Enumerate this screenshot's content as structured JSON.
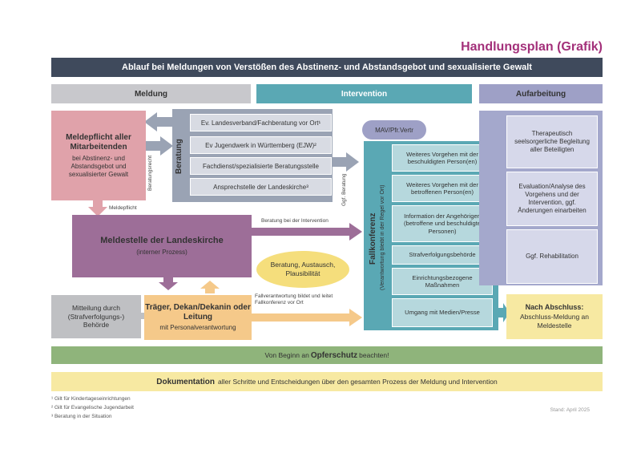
{
  "title": "Handlungsplan (Grafik)",
  "banner": "Ablauf bei Meldungen von Verstößen des Abstinenz- und Abstandsgebot und sexualisierte Gewalt",
  "phases": [
    "Meldung",
    "Intervention",
    "Aufarbeitung"
  ],
  "meldepflicht": {
    "heading": "Meldepflicht aller Mitarbeitenden",
    "sub": "bei Abstinenz- und Abstandsgebot und sexualisierter Gewalt"
  },
  "beratungsrecht": "Beratungsrecht",
  "beratung": {
    "label": "Beratung",
    "items": [
      "Ev. Landesverband/Fachberatung vor Ort¹",
      "Ev Jugendwerk in Württemberg (EJW)²",
      "Fachdienst/spezialisierte Beratungsstelle",
      "Ansprechstelle der Landeskirche³"
    ]
  },
  "ggf_beratung": "Ggf. Beratung",
  "meldepflicht_arrow": "Meldepflicht",
  "beratung_intervention": "Beratung bei der Intervention",
  "meldestelle": {
    "heading": "Meldestelle der Landeskirche",
    "sub": "(interner Prozess)"
  },
  "oval": "Beratung, Austausch, Plausibilität",
  "mitteilung": "Mitteilung durch (Strafverfolgungs-) Behörde",
  "traeger": {
    "heading": "Träger, Dekan/Dekanin oder Leitung",
    "sub": "mit Personalverantwortung"
  },
  "fallverantwortung": "Fallverantwortung bildet und leitet Fallkonferenz vor Ort",
  "mav": "MAV/Pfr.Vertr",
  "fallkonferenz": {
    "heading": "Fallkonferenz",
    "sub": "(Verantwortung bleibt in der Regel vor Ort)"
  },
  "fk_items": [
    "Weiteres Vorgehen mit der beschuldigten Person(en)",
    "Weiteres Vorgehen mit der betroffenen Person(en)",
    "Information der Angehörigen (betroffene und beschuldigte Personen)",
    "Strafverfolgungsbehörde",
    "Einrichtungsbezogene Maßnahmen",
    "Umgang mit Medien/Presse"
  ],
  "auf_items": [
    "Therapeutisch seelsorgerliche Begleitung aller Beteiligten",
    "Evaluation/Analyse des Vorgehens und der Intervention, ggf. Änderungen einarbeiten",
    "Ggf. Rehabilitation"
  ],
  "abschluss": {
    "heading": "Nach Abschluss:",
    "sub": "Abschluss-Meldung an Meldestelle"
  },
  "opfer": {
    "pre": "Von Beginn an",
    "bold": "Opferschutz",
    "post": "beachten!"
  },
  "doku": {
    "bold": "Dokumentation",
    "rest": "aller Schritte und Entscheidungen über den gesamten Prozess der Meldung und Intervention"
  },
  "footnotes": [
    "¹ Gilt für Kindertageseinrichtungen",
    "² Gilt für Evangelische Jugendarbeit",
    "³ Beratung in der Situation"
  ],
  "stand": "Stand: April 2025",
  "colors": {
    "banner": "#3f4a5c",
    "meldung": "#c8c8cc",
    "intervention": "#5aa8b4",
    "aufarbeitung": "#9ea0c6",
    "meldepflicht": "#e0a2aa",
    "meldestelle": "#9d6e98",
    "traeger": "#f5c98a",
    "opferschutz": "#8fb47b",
    "dokumentation": "#f7e9a2",
    "title": "#a3307a"
  }
}
